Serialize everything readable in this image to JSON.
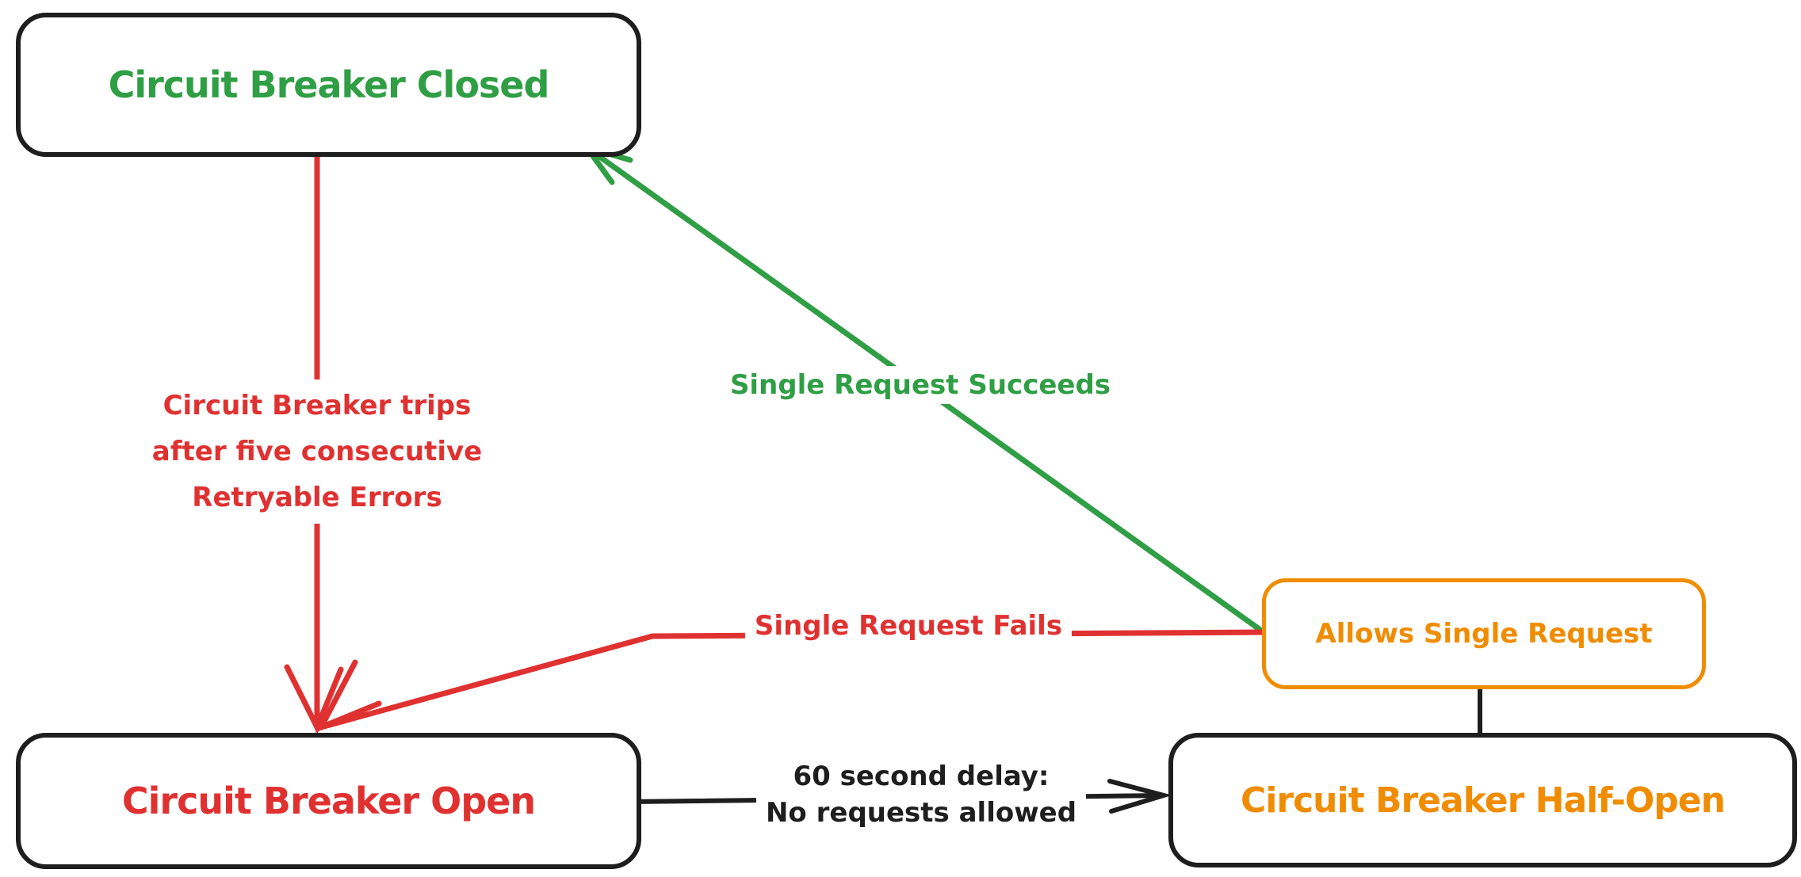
{
  "nodes": {
    "closed": {
      "label": "Circuit Breaker Closed"
    },
    "open": {
      "label": "Circuit Breaker Open"
    },
    "half_open": {
      "label": "Circuit Breaker Half-Open"
    },
    "allows": {
      "label": "Allows Single Request"
    }
  },
  "edges": {
    "trips": {
      "lines": [
        "Circuit Breaker trips",
        "after five consecutive",
        "Retryable Errors"
      ]
    },
    "succeeds": {
      "label": "Single Request Succeeds"
    },
    "fails": {
      "label": "Single Request Fails"
    },
    "delay": {
      "lines": [
        "60 second delay:",
        "No requests allowed"
      ]
    }
  },
  "colors": {
    "green": "#2f9e44",
    "red": "#e03131",
    "orange": "#f08c00",
    "ink": "#1e1e1e"
  }
}
